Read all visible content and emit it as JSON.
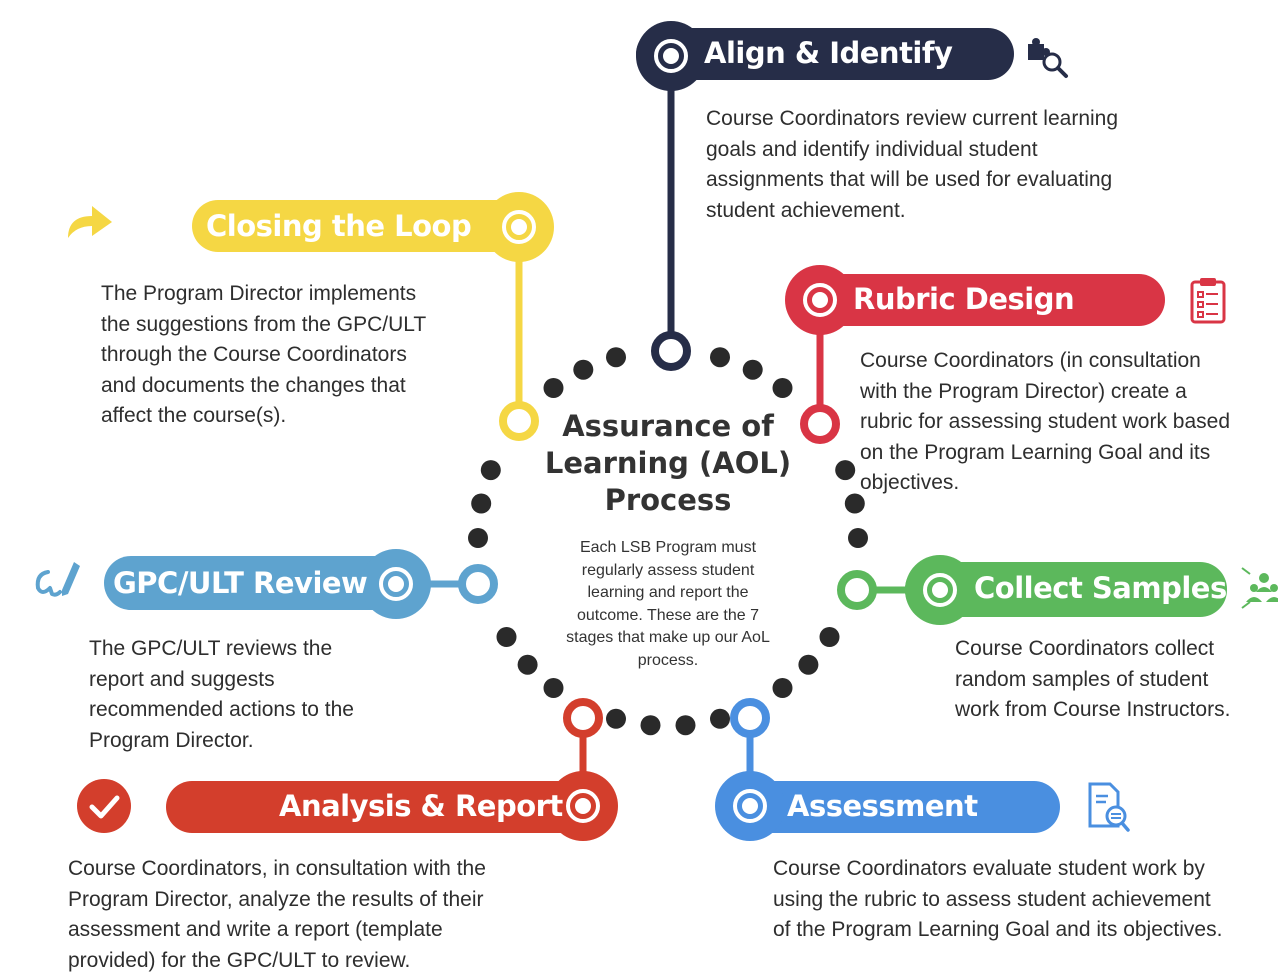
{
  "center": {
    "title": "Assurance of\nLearning (AOL)\nProcess",
    "body": "Each LSB Program must\nregularly assess student\nlearning and report the\noutcome. These are the 7\nstages that make up our AoL\nprocess."
  },
  "colors": {
    "navy": "#262d48",
    "red": "#d93545",
    "green": "#5cb85c",
    "blue": "#4a8fe0",
    "orange_red": "#d33e2c",
    "steel_blue": "#5ea3cf",
    "yellow": "#f5d744",
    "dot": "#2a2a2a"
  },
  "stages": [
    {
      "id": "align",
      "label": "Align & Identify",
      "icon": "puzzle-search-icon",
      "description": "Course Coordinators review current learning\ngoals and identify individual student\nassignments that will be used for evaluating\nstudent achievement."
    },
    {
      "id": "rubric",
      "label": "Rubric Design",
      "icon": "clipboard-checklist-icon",
      "description": "Course Coordinators (in consultation\nwith the Program Director) create a\nrubric for assessing student work based\non the Program Learning Goal and its\nobjectives."
    },
    {
      "id": "collect",
      "label": "Collect Samples",
      "icon": "people-network-icon",
      "description": "Course Coordinators collect\nrandom samples of student\nwork from Course Instructors."
    },
    {
      "id": "assessment",
      "label": "Assessment",
      "icon": "document-search-icon",
      "description": "Course Coordinators evaluate student work by\nusing the rubric to assess student achievement\nof the Program Learning Goal and its objectives."
    },
    {
      "id": "analysis",
      "label": "Analysis & Report",
      "icon": "checkmark-circle-icon",
      "description": "Course Coordinators, in consultation with the\nProgram Director, analyze the results of their\nassessment and write a report (template\nprovided) for the GPC/ULT to review."
    },
    {
      "id": "gpc",
      "label": "GPC/ULT Review",
      "icon": "handwriting-pen-icon",
      "description": "The GPC/ULT reviews the\nreport and suggests\nrecommended actions to the\nProgram Director."
    },
    {
      "id": "closing",
      "label": "Closing the Loop",
      "icon": "share-arrow-icon",
      "description": "The Program Director implements\nthe suggestions from the GPC/ULT\nthrough the Course Coordinators\nand documents the changes that\naffect the course(s)."
    }
  ]
}
